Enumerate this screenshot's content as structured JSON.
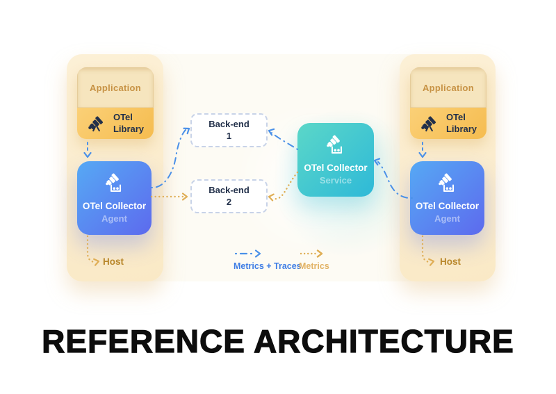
{
  "title": "REFERENCE ARCHITECTURE",
  "colors": {
    "blue_arrow": "#4A90E8",
    "tan_arrow": "#DFAE55",
    "agent_gradient_start": "#56A9F4",
    "agent_gradient_end": "#5D6AEE",
    "service_gradient_start": "#5BD7C8",
    "service_gradient_end": "#2EB9D8",
    "library_gradient_start": "#FBD077",
    "library_gradient_end": "#F5BC4F",
    "host_panel": "#FBEDD1",
    "card_bg": "#FDFBF4",
    "host_text": "#B8872B"
  },
  "diagram": {
    "left": {
      "application": "Application",
      "library_line1": "OTel",
      "library_line2": "Library",
      "agent_title": "OTel Collector",
      "agent_subtitle": "Agent",
      "host": "Host"
    },
    "right": {
      "application": "Application",
      "library_line1": "OTel",
      "library_line2": "Library",
      "agent_title": "OTel Collector",
      "agent_subtitle": "Agent",
      "host": "Host"
    },
    "backend1": {
      "line1": "Back-end",
      "line2": "1"
    },
    "backend2": {
      "line1": "Back-end",
      "line2": "2"
    },
    "service": {
      "title": "OTel Collector",
      "subtitle": "Service"
    },
    "legend": {
      "metrics_traces": "Metrics + Traces",
      "metrics": "Metrics"
    }
  }
}
